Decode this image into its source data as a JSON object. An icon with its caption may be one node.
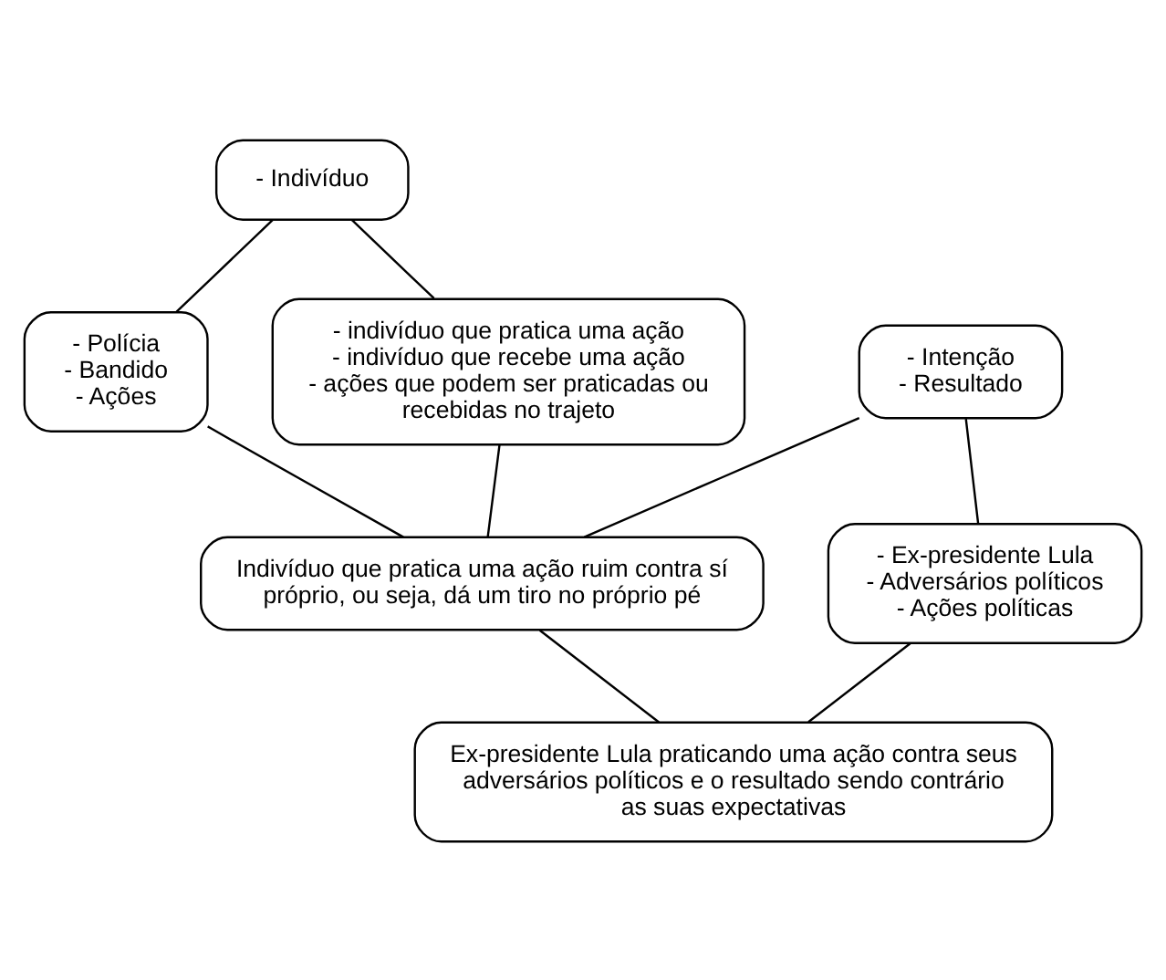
{
  "diagram": {
    "nodes": [
      {
        "text": [
          "- Indivíduo"
        ]
      },
      {
        "text": [
          "- Polícia",
          "- Bandido",
          "- Ações"
        ]
      },
      {
        "text": [
          "- indivíduo que pratica uma ação",
          "- indivíduo que recebe uma ação",
          "- ações que podem ser praticadas ou recebidas no trajeto"
        ]
      },
      {
        "text": [
          "Indivíduo que pratica uma ação ruim contra sí próprio, ou seja, dá um tiro no próprio pé"
        ]
      },
      {
        "text": [
          "- Intenção",
          "- Resultado"
        ]
      },
      {
        "text": [
          "- Ex-presidente Lula",
          "- Adversários políticos",
          "- Ações políticas"
        ]
      },
      {
        "text": [
          "Ex-presidente Lula praticando uma ação contra seus adversários políticos e o resultado sendo contrário as suas expectativas"
        ]
      }
    ],
    "edges": [
      {
        "from": 0,
        "to": 1,
        "arrow": "none"
      },
      {
        "from": 0,
        "to": 2,
        "arrow": "none"
      },
      {
        "from": 1,
        "to": 3,
        "arrow": "none"
      },
      {
        "from": 2,
        "to": 3,
        "arrow": "none"
      },
      {
        "from": 4,
        "to": 3,
        "arrow": "none"
      },
      {
        "from": 4,
        "to": 5,
        "arrow": "none"
      },
      {
        "from": 3,
        "to": 6,
        "arrow": "none"
      },
      {
        "from": 5,
        "to": 6,
        "arrow": "none"
      }
    ]
  }
}
